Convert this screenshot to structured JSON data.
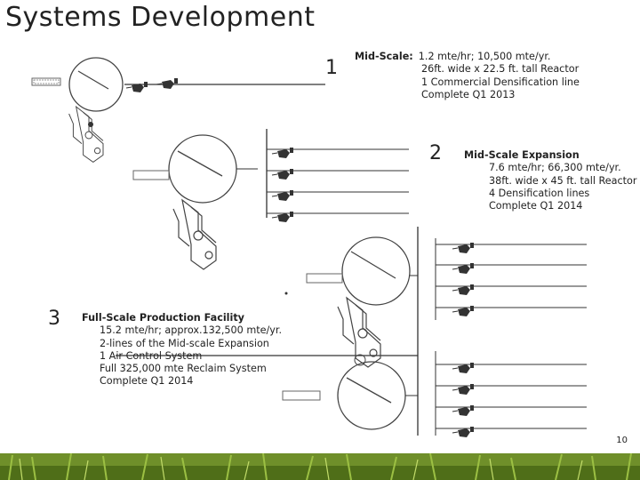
{
  "title": "Systems Development",
  "stages": [
    {
      "number": "1",
      "label": "Mid-Scale:",
      "lines": [
        "1.2 mte/hr; 10,500 mte/yr.",
        "26ft. wide x 22.5 ft. tall Reactor",
        "1 Commercial Densification line",
        "Complete Q1 2013"
      ]
    },
    {
      "number": "2",
      "label": "Mid-Scale Expansion",
      "lines": [
        "7.6 mte/hr;  66,300 mte/yr.",
        "38ft. wide x 45 ft. tall Reactor",
        "4 Densification lines",
        "Complete Q1 2014"
      ]
    },
    {
      "number": "3",
      "label": "Full-Scale Production Facility",
      "lines": [
        "15.2 mte/hr;  approx.132,500 mte/yr.",
        "2-lines of the Mid-scale Expansion",
        "1 Air Control System",
        "Full 325,000 mte Reclaim System",
        "Complete Q1 2014"
      ]
    }
  ],
  "page_number": "10"
}
